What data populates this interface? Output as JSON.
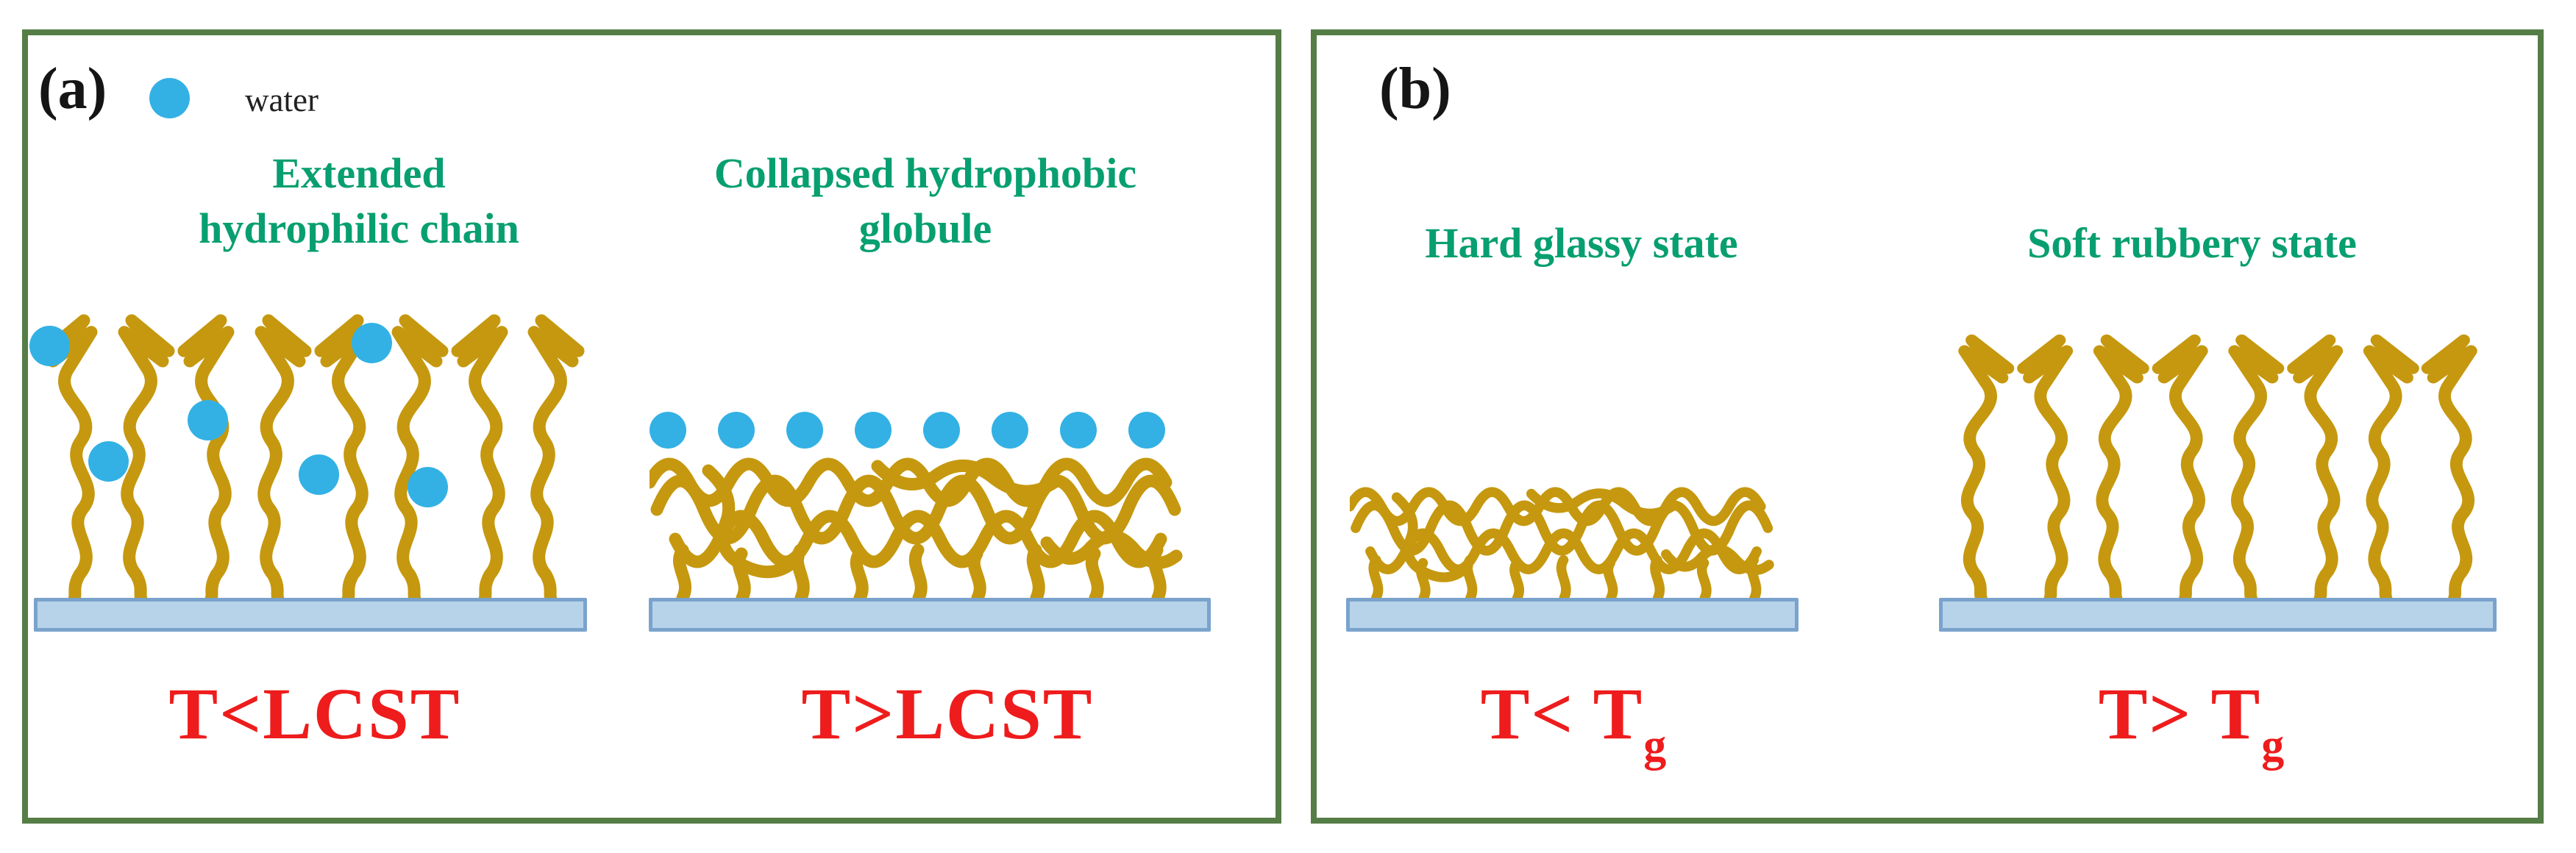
{
  "colors": {
    "border-green": "#557d46",
    "text-green": "#089f70",
    "text-red": "#ee1c1c",
    "chain-gold": "#c5980f",
    "water-blue": "#33b1e4",
    "substrate-fill": "#b7d3ea",
    "substrate-edge": "#7aa3cc"
  },
  "panel_a": {
    "label": "(a)",
    "legend": {
      "water_label": "water"
    },
    "captions": {
      "extended": "Extended\nhydrophilic chain",
      "collapsed": "Collapsed hydrophobic\nglobule"
    },
    "temperature_labels": {
      "left": "T<LCST",
      "right": "T>LCST"
    }
  },
  "panel_b": {
    "label": "(b)",
    "captions": {
      "left": "Hard glassy state",
      "right": "Soft rubbery state"
    },
    "temperature_labels": {
      "left": {
        "main": "T< T",
        "sub": "g"
      },
      "right": {
        "main": "T> T",
        "sub": "g"
      }
    }
  }
}
